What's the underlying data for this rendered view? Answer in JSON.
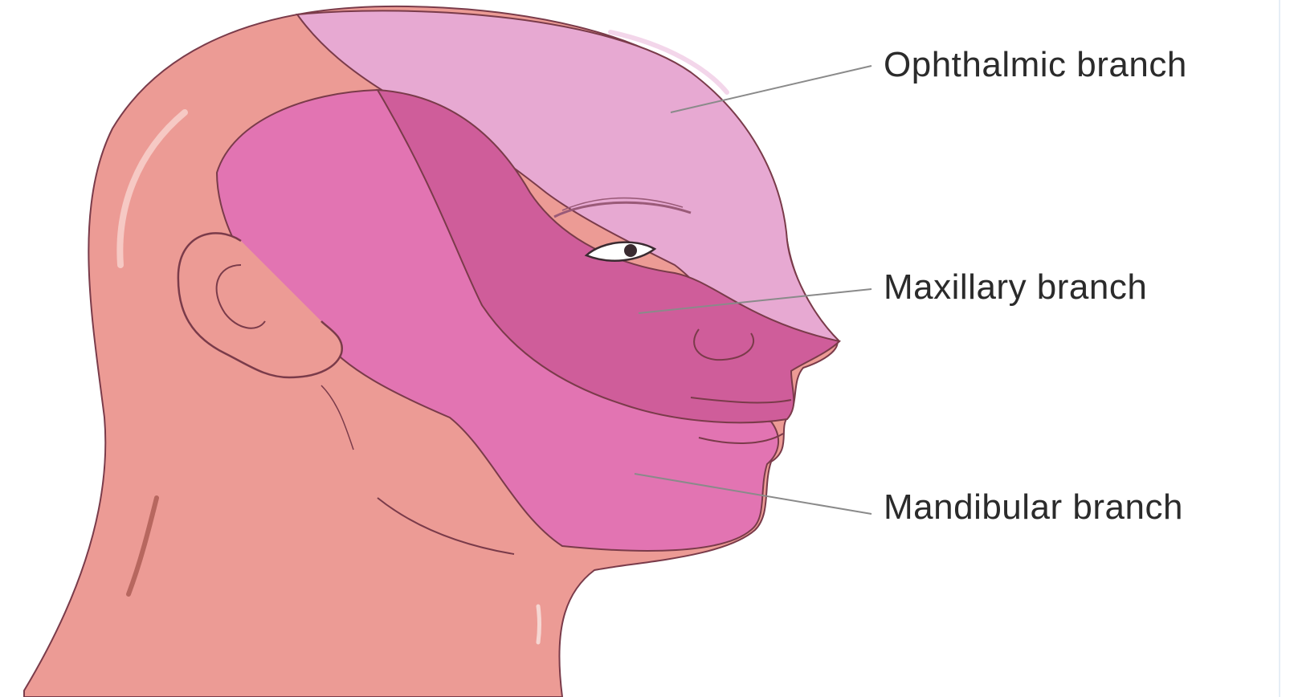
{
  "labels": {
    "ophthalmic": "Ophthalmic branch",
    "maxillary": "Maxillary branch",
    "mandibular": "Mandibular branch"
  },
  "colors": {
    "skin": "#ec9b95",
    "ophthalmic_region": "#e7a9d2",
    "maxillary_region": "#cf5d9a",
    "mandibular_region": "#e274b2",
    "outline": "#7a3b4a",
    "leader_line": "#8a8a8a"
  }
}
